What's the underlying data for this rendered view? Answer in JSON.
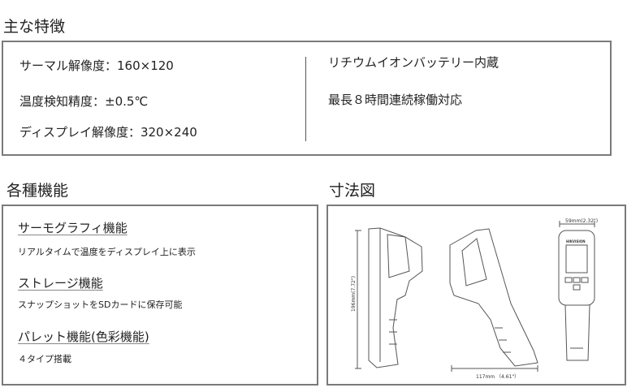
{
  "features_title": "主な特徴",
  "features_left": [
    "サーマル解像度：160×120",
    "温度検知精度：±0.5℃",
    "ディスプレイ解像度：320×240"
  ],
  "features_right": [
    "リチウムイオンバッテリー内蔵",
    "最長８時間連続稼働対応"
  ],
  "functions_title": "各種機能",
  "functions": [
    {
      "title": "サーモグラフィ機能",
      "desc": "リアルタイムで温度をディスプレイ上に表示"
    },
    {
      "title": "ストレージ機能",
      "desc": "スナップショットをSDカードに保存可能"
    },
    {
      "title": "パレット機能(色彩機能)",
      "desc": "４タイプ搭載"
    }
  ],
  "dimensions_title": "寸法図",
  "dimensions": {
    "height": "196mm(7.72\")",
    "depth": "117mm （4.61\"）",
    "width": "59mm(2.32\")",
    "brand": "HIKVISION"
  }
}
